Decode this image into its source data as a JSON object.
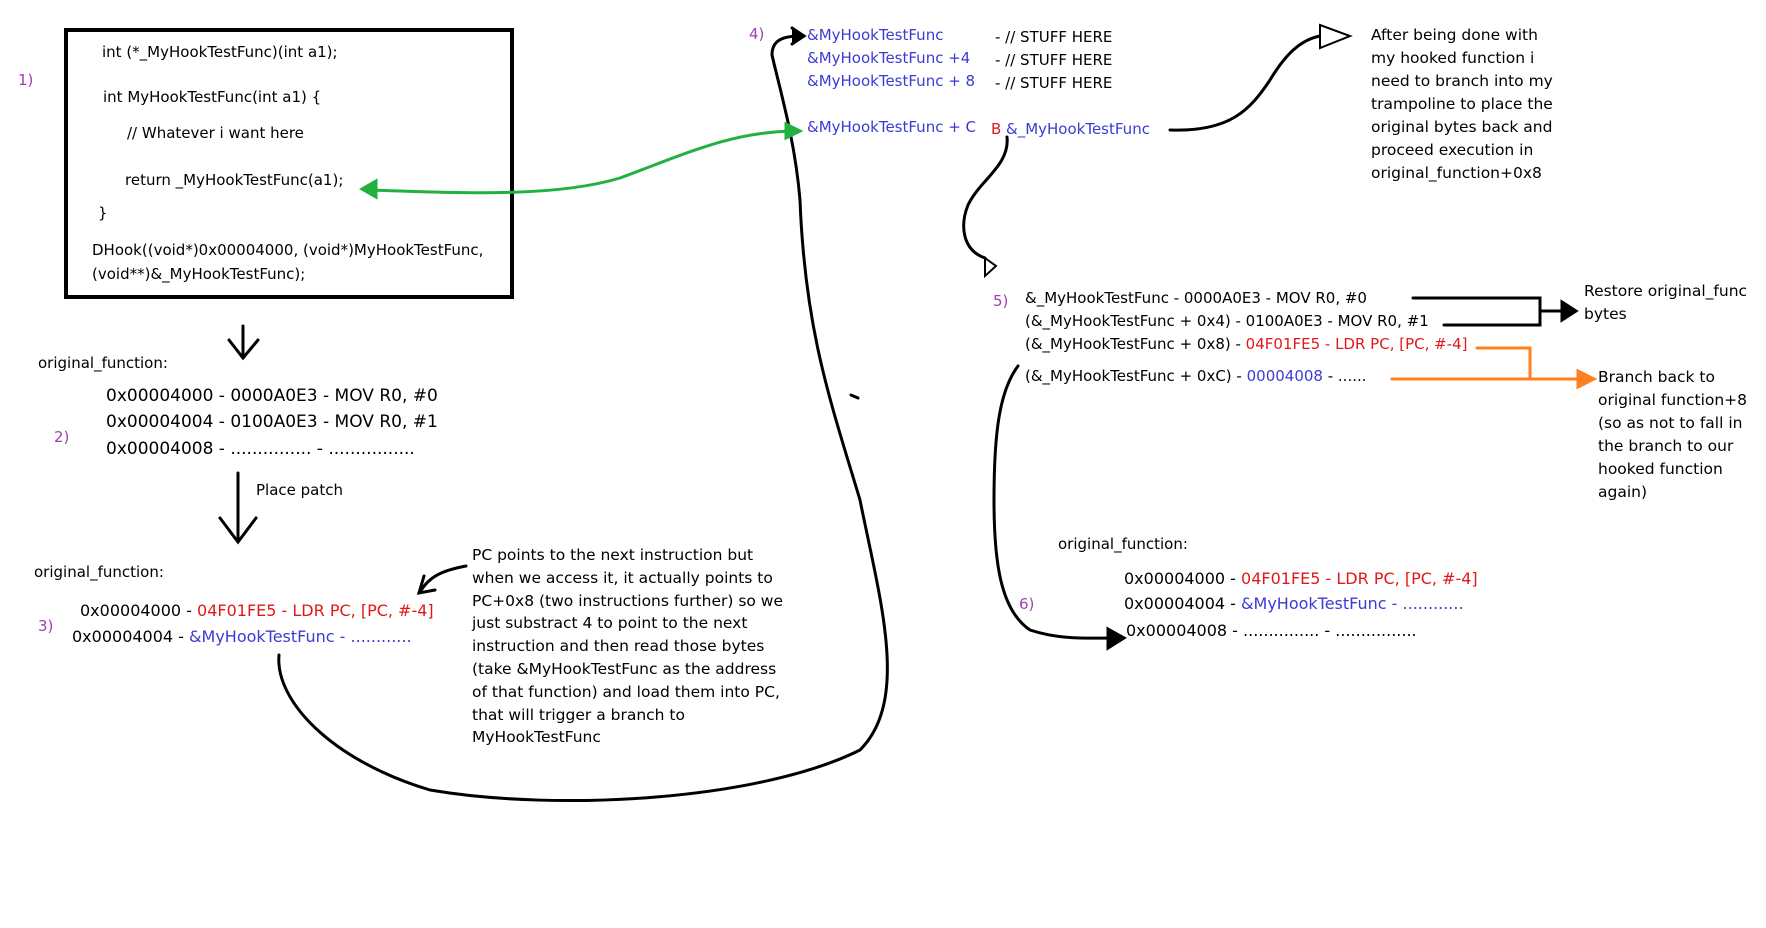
{
  "steps": {
    "s1": "1)",
    "s2": "2)",
    "s3": "3)",
    "s4": "4)",
    "s5": "5)",
    "s6": "6)"
  },
  "code": {
    "l1": "int  (*_MyHookTestFunc)(int a1);",
    "l2": "int  MyHookTestFunc(int a1) {",
    "l3": "// Whatever i want here",
    "l4": "return _MyHookTestFunc(a1);",
    "l5": "}",
    "l6": "DHook((void*)0x00004000, (void*)MyHookTestFunc,",
    "l7": "(void**)&_MyHookTestFunc);"
  },
  "orig1": {
    "title": "original_function:",
    "r1": "0x00004000 - 0000A0E3 - MOV R0, #0",
    "r2": "0x00004004 - 0100A0E3 - MOV R0, #1",
    "r3": "0x00004008 - ...............     - ................"
  },
  "place_patch": "Place patch",
  "orig2": {
    "title": "original_function:",
    "r1a": "0x00004000 - ",
    "r1b": "04F01FE5 - LDR  PC, [PC, #-4]",
    "r2a": "0x00004004 - ",
    "r2b": "&MyHookTestFunc - ............"
  },
  "pc_note": "PC points to the next instruction but when we access it, it actually points to PC+0x8 (two instructions further) so we just substract 4 to point to the next instruction and then read those bytes (take &MyHookTestFunc as the address of that function) and load them into PC, that will trigger a branch to MyHookTestFunc",
  "tramp": {
    "a1": "&MyHookTestFunc",
    "a2": "&MyHookTestFunc +4",
    "a3": "&MyHookTestFunc + 8",
    "c1": "- // STUFF HERE",
    "c2": "- // STUFF HERE",
    "c3": "- // STUFF HERE",
    "a4": "&MyHookTestFunc + C",
    "b": "B",
    "b_target": "&_MyHookTestFunc"
  },
  "after_note": "After being done with my hooked function i need to branch into my trampoline to place the original bytes back and proceed execution in original_function+0x8",
  "s5rows": {
    "r1": "&_MyHookTestFunc - 0000A0E3 - MOV R0, #0",
    "r2": "(&_MyHookTestFunc + 0x4) - 0100A0E3 - MOV R0, #1",
    "r3a": "(&_MyHookTestFunc + 0x8) - ",
    "r3b": "04F01FE5 - LDR PC, [PC, #-4]",
    "r4a": "(&_MyHookTestFunc + 0xC) - ",
    "r4b": "00004008",
    "r4c": " - ......"
  },
  "restore_note": "Restore original_func bytes",
  "branch_note": "Branch back to original function+8 (so as not to fall in the branch to our hooked function again)",
  "orig3": {
    "title": "original_function:",
    "r1a": "0x00004000 - ",
    "r1b": "04F01FE5 - LDR  PC, [PC, #-4]",
    "r2a": "0x00004004 - ",
    "r2b": "&MyHookTestFunc - ............",
    "r3": "0x00004008 - ...............     - ................"
  },
  "colors": {
    "green": "#22b040",
    "orange": "#ff8020",
    "blue": "#3b3bd4",
    "red": "#e01818",
    "purple": "#a040b0"
  }
}
